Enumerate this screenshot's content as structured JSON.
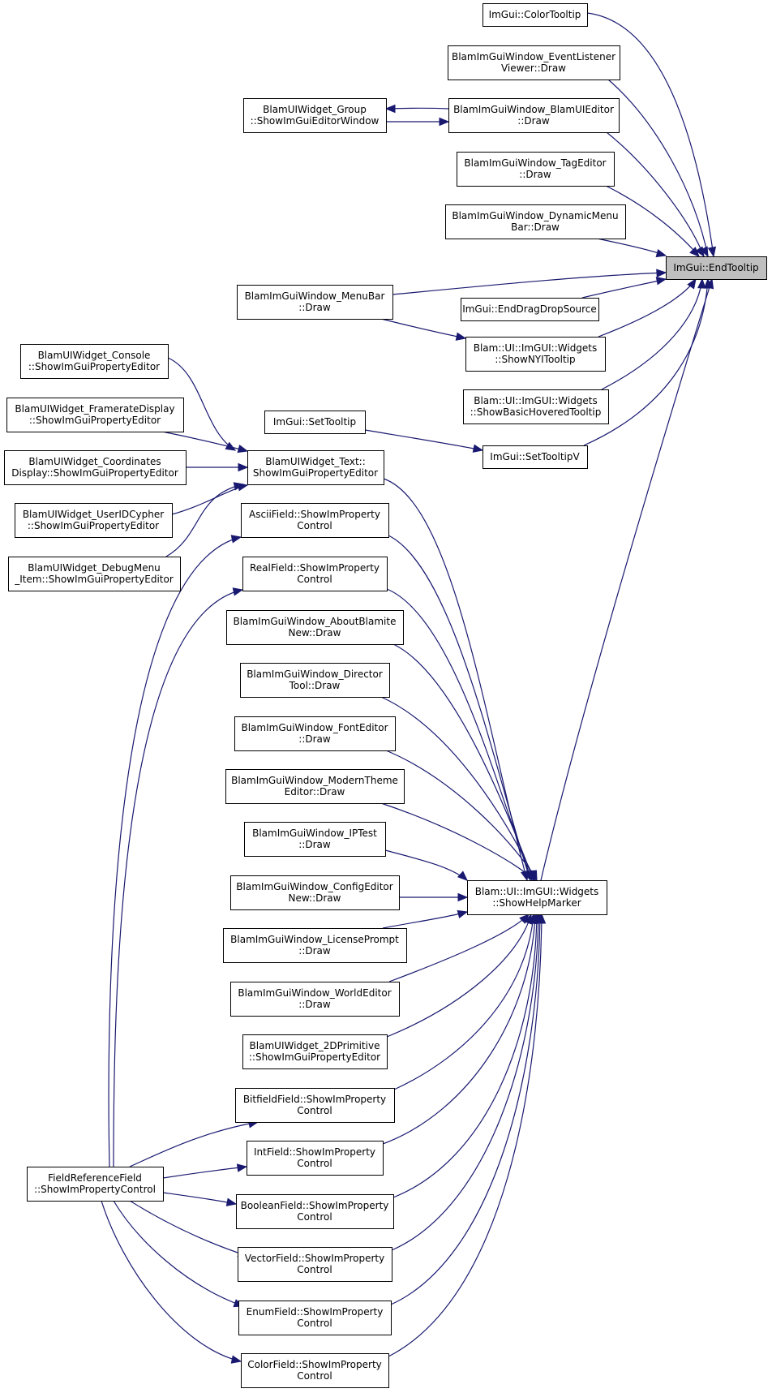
{
  "diagram": {
    "title": "",
    "nodes": [
      {
        "id": "endtooltip",
        "lines": [
          "ImGui::EndTooltip"
        ],
        "highlight": true
      },
      {
        "id": "colortooltip",
        "lines": [
          "ImGui::ColorTooltip"
        ]
      },
      {
        "id": "eventlistener",
        "lines": [
          "BlamImGuiWindow_EventListener",
          "Viewer::Draw"
        ]
      },
      {
        "id": "blamuieditor",
        "lines": [
          "BlamImGuiWindow_BlamUIEditor",
          "::Draw"
        ]
      },
      {
        "id": "group",
        "lines": [
          "BlamUIWidget_Group",
          "::ShowImGuiEditorWindow"
        ]
      },
      {
        "id": "tageditor",
        "lines": [
          "BlamImGuiWindow_TagEditor",
          "::Draw"
        ]
      },
      {
        "id": "dynamicmenu",
        "lines": [
          "BlamImGuiWindow_DynamicMenu",
          "Bar::Draw"
        ]
      },
      {
        "id": "menubar",
        "lines": [
          "BlamImGuiWindow_MenuBar",
          "::Draw"
        ]
      },
      {
        "id": "enddragdrop",
        "lines": [
          "ImGui::EndDragDropSource"
        ]
      },
      {
        "id": "shownyi",
        "lines": [
          "Blam::UI::ImGUI::Widgets",
          "::ShowNYITooltip"
        ]
      },
      {
        "id": "showbasic",
        "lines": [
          "Blam::UI::ImGUI::Widgets",
          "::ShowBasicHoveredTooltip"
        ]
      },
      {
        "id": "settooltip",
        "lines": [
          "ImGui::SetTooltip"
        ]
      },
      {
        "id": "settooltipv",
        "lines": [
          "ImGui::SetTooltipV"
        ]
      },
      {
        "id": "console",
        "lines": [
          "BlamUIWidget_Console",
          "::ShowImGuiPropertyEditor"
        ]
      },
      {
        "id": "framerate",
        "lines": [
          "BlamUIWidget_FramerateDisplay",
          "::ShowImGuiPropertyEditor"
        ]
      },
      {
        "id": "coordinates",
        "lines": [
          "BlamUIWidget_Coordinates",
          "Display::ShowImGuiPropertyEditor"
        ]
      },
      {
        "id": "useridcypher",
        "lines": [
          "BlamUIWidget_UserIDCypher",
          "::ShowImGuiPropertyEditor"
        ]
      },
      {
        "id": "debugmenu",
        "lines": [
          "BlamUIWidget_DebugMenu",
          "_Item::ShowImGuiPropertyEditor"
        ]
      },
      {
        "id": "text",
        "lines": [
          "BlamUIWidget_Text::",
          "ShowImGuiPropertyEditor"
        ]
      },
      {
        "id": "ascii",
        "lines": [
          "AsciiField::ShowImProperty",
          "Control"
        ]
      },
      {
        "id": "real",
        "lines": [
          "RealField::ShowImProperty",
          "Control"
        ]
      },
      {
        "id": "aboutblamite",
        "lines": [
          "BlamImGuiWindow_AboutBlamite",
          "New::Draw"
        ]
      },
      {
        "id": "director",
        "lines": [
          "BlamImGuiWindow_Director",
          "Tool::Draw"
        ]
      },
      {
        "id": "fonteditor",
        "lines": [
          "BlamImGuiWindow_FontEditor",
          "::Draw"
        ]
      },
      {
        "id": "moderntheme",
        "lines": [
          "BlamImGuiWindow_ModernTheme",
          "Editor::Draw"
        ]
      },
      {
        "id": "iptest",
        "lines": [
          "BlamImGuiWindow_IPTest",
          "::Draw"
        ]
      },
      {
        "id": "configeditor",
        "lines": [
          "BlamImGuiWindow_ConfigEditor",
          "New::Draw"
        ]
      },
      {
        "id": "license",
        "lines": [
          "BlamImGuiWindow_LicensePrompt",
          "::Draw"
        ]
      },
      {
        "id": "worldeditor",
        "lines": [
          "BlamImGuiWindow_WorldEditor",
          "::Draw"
        ]
      },
      {
        "id": "primitive2d",
        "lines": [
          "BlamUIWidget_2DPrimitive",
          "::ShowImGuiPropertyEditor"
        ]
      },
      {
        "id": "bitfield",
        "lines": [
          "BitfieldField::ShowImProperty",
          "Control"
        ]
      },
      {
        "id": "intfield",
        "lines": [
          "IntField::ShowImProperty",
          "Control"
        ]
      },
      {
        "id": "boolean",
        "lines": [
          "BooleanField::ShowImProperty",
          "Control"
        ]
      },
      {
        "id": "vector",
        "lines": [
          "VectorField::ShowImProperty",
          "Control"
        ]
      },
      {
        "id": "enumfield",
        "lines": [
          "EnumField::ShowImProperty",
          "Control"
        ]
      },
      {
        "id": "colorfield",
        "lines": [
          "ColorField::ShowImProperty",
          "Control"
        ]
      },
      {
        "id": "fieldref",
        "lines": [
          "FieldReferenceField",
          "::ShowImPropertyControl"
        ]
      },
      {
        "id": "helpmarker",
        "lines": [
          "Blam::UI::ImGUI::Widgets",
          "::ShowHelpMarker"
        ]
      }
    ],
    "edges": [
      {
        "from": "colortooltip",
        "to": "endtooltip"
      },
      {
        "from": "eventlistener",
        "to": "endtooltip"
      },
      {
        "from": "blamuieditor",
        "to": "endtooltip"
      },
      {
        "from": "blamuieditor",
        "to": "group"
      },
      {
        "from": "group",
        "to": "blamuieditor"
      },
      {
        "from": "tageditor",
        "to": "endtooltip"
      },
      {
        "from": "dynamicmenu",
        "to": "endtooltip"
      },
      {
        "from": "menubar",
        "to": "endtooltip"
      },
      {
        "from": "menubar",
        "to": "shownyi"
      },
      {
        "from": "enddragdrop",
        "to": "endtooltip"
      },
      {
        "from": "shownyi",
        "to": "endtooltip"
      },
      {
        "from": "showbasic",
        "to": "endtooltip"
      },
      {
        "from": "settooltip",
        "to": "settooltipv"
      },
      {
        "from": "settooltipv",
        "to": "endtooltip"
      },
      {
        "from": "helpmarker",
        "to": "endtooltip"
      },
      {
        "from": "console",
        "to": "text"
      },
      {
        "from": "framerate",
        "to": "text"
      },
      {
        "from": "coordinates",
        "to": "text"
      },
      {
        "from": "useridcypher",
        "to": "text"
      },
      {
        "from": "debugmenu",
        "to": "text"
      },
      {
        "from": "text",
        "to": "helpmarker"
      },
      {
        "from": "ascii",
        "to": "helpmarker"
      },
      {
        "from": "real",
        "to": "helpmarker"
      },
      {
        "from": "aboutblamite",
        "to": "helpmarker"
      },
      {
        "from": "director",
        "to": "helpmarker"
      },
      {
        "from": "fonteditor",
        "to": "helpmarker"
      },
      {
        "from": "moderntheme",
        "to": "helpmarker"
      },
      {
        "from": "iptest",
        "to": "helpmarker"
      },
      {
        "from": "configeditor",
        "to": "helpmarker"
      },
      {
        "from": "license",
        "to": "helpmarker"
      },
      {
        "from": "worldeditor",
        "to": "helpmarker"
      },
      {
        "from": "primitive2d",
        "to": "helpmarker"
      },
      {
        "from": "bitfield",
        "to": "helpmarker"
      },
      {
        "from": "intfield",
        "to": "helpmarker"
      },
      {
        "from": "boolean",
        "to": "helpmarker"
      },
      {
        "from": "vector",
        "to": "helpmarker"
      },
      {
        "from": "enumfield",
        "to": "helpmarker"
      },
      {
        "from": "colorfield",
        "to": "helpmarker"
      },
      {
        "from": "fieldref",
        "to": "ascii"
      },
      {
        "from": "fieldref",
        "to": "real"
      },
      {
        "from": "fieldref",
        "to": "bitfield"
      },
      {
        "from": "fieldref",
        "to": "intfield"
      },
      {
        "from": "fieldref",
        "to": "boolean"
      },
      {
        "from": "fieldref",
        "to": "vector"
      },
      {
        "from": "fieldref",
        "to": "enumfield"
      },
      {
        "from": "fieldref",
        "to": "colorfield"
      }
    ]
  }
}
